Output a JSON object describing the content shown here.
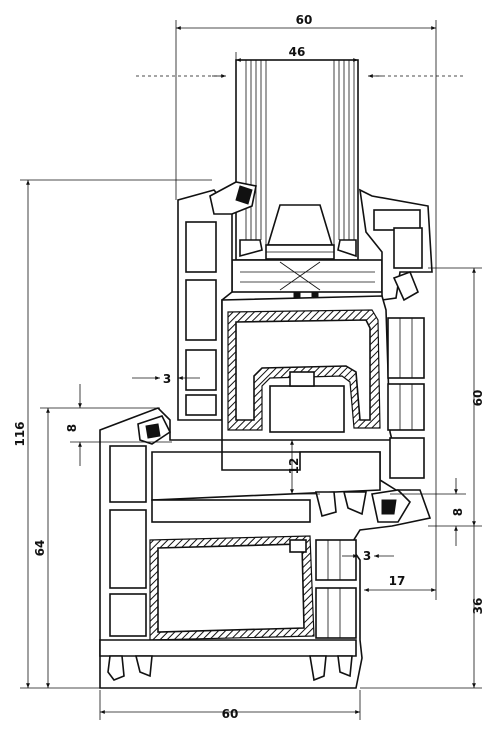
{
  "dimensions": {
    "frame_depth_top": "60",
    "glazing_width": "46",
    "total_height": "116",
    "sash_height_right": "60",
    "frame_height_left": "64",
    "bottom_height_right": "36",
    "frame_depth_bottom": "60",
    "rebate_left": "3",
    "overlap_left": "8",
    "overlap_right": "8",
    "gap_center": "12",
    "rebate_right": "3",
    "step_right": "17"
  }
}
